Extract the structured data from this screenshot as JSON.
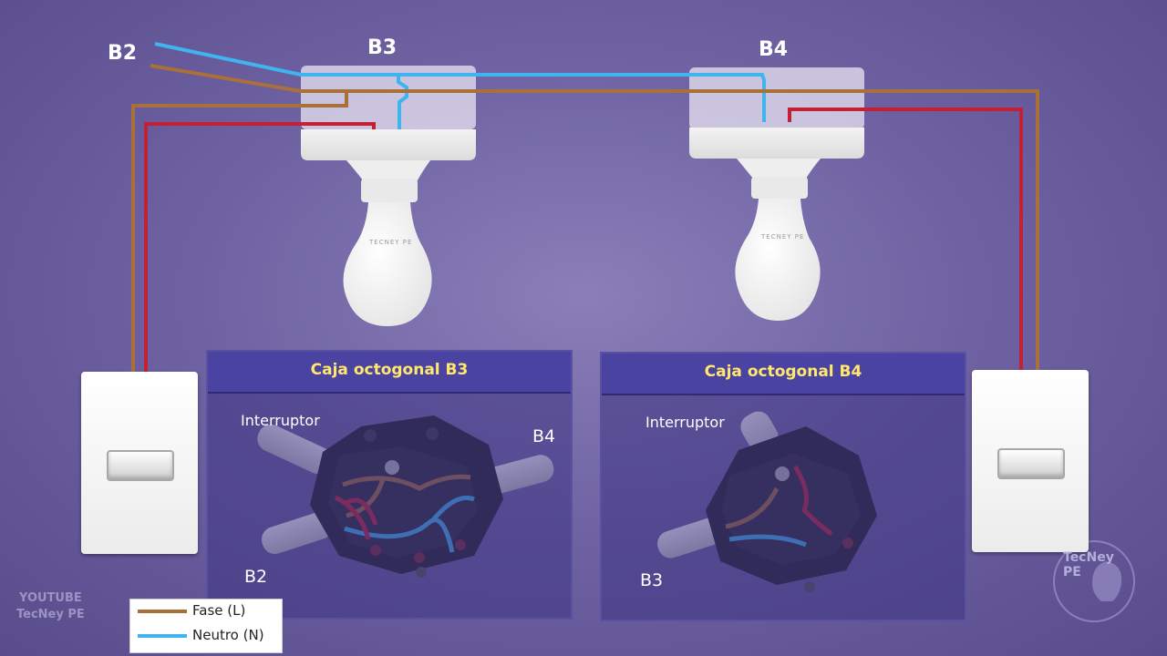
{
  "labels": {
    "b2_top": "B2",
    "b3_top": "B3",
    "b4_top": "B4"
  },
  "bulbs": [
    {
      "brand": "TECNEY PE"
    },
    {
      "brand": "TECNEY PE"
    }
  ],
  "panels": [
    {
      "title": "Caja octogonal B3",
      "interruptor": "Interruptor",
      "left_label": "B2",
      "right_label": "B4"
    },
    {
      "title": "Caja octogonal B4",
      "interruptor": "Interruptor",
      "left_label": "B3"
    }
  ],
  "legend": [
    {
      "label": "Fase (L)",
      "color": "#a9703a"
    },
    {
      "label": "Neutro (N)",
      "color": "#3fb4ee"
    }
  ],
  "watermark": {
    "line1": "YOUTUBE",
    "line2": "TecNey PE"
  },
  "logo": {
    "line1": "TecNey",
    "line2": "PE"
  },
  "colors": {
    "fase": "#a9703a",
    "neutro": "#3fb4ee",
    "retorno": "#c42035"
  }
}
